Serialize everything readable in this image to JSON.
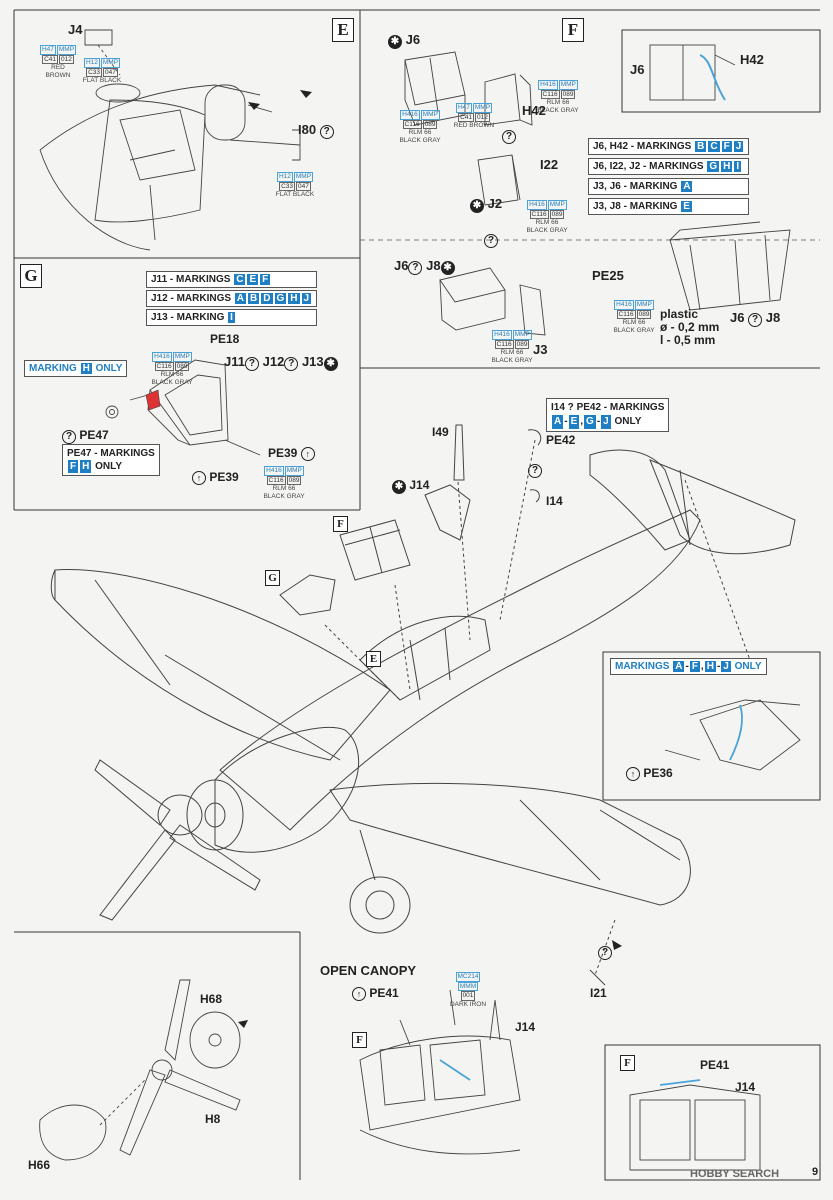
{
  "sections": {
    "E": "E",
    "F": "F",
    "G": "G"
  },
  "section_E": {
    "parts": {
      "j4": "J4",
      "i80": "I80"
    },
    "paint_red": {
      "c1": "H47",
      "c2": "MMP",
      "c3": "C41",
      "c4": "012",
      "name": "RED BROWN"
    },
    "paint_black1": {
      "c1": "H12",
      "c2": "MMP",
      "c3": "C33",
      "c4": "047",
      "name": "FLAT BLACK"
    },
    "paint_black2": {
      "c1": "H12",
      "c2": "MMP",
      "c3": "C33",
      "c4": "047",
      "name": "FLAT BLACK"
    }
  },
  "section_F": {
    "parts": {
      "j6": "J6",
      "h42": "H42",
      "i22": "I22",
      "j2": "J2",
      "j3": "J3",
      "j8": "J8",
      "pe25": "PE25"
    },
    "inset": {
      "j6": "J6",
      "h42": "H42"
    },
    "paint_gray1": {
      "c1": "H416",
      "c2": "MMP",
      "c3": "C116",
      "c4": "089",
      "name1": "RLM 66",
      "name2": "BLACK GRAY"
    },
    "paint_gray2": {
      "c1": "H416",
      "c2": "MMP",
      "c3": "C116",
      "c4": "089",
      "name1": "RLM 66",
      "name2": "BLACK GRAY"
    },
    "paint_gray3": {
      "c1": "H416",
      "c2": "MMP",
      "c3": "C116",
      "c4": "089",
      "name1": "RLM 66",
      "name2": "BLACK GRAY"
    },
    "paint_gray4": {
      "c1": "H416",
      "c2": "MMP",
      "c3": "C116",
      "c4": "089",
      "name1": "RLM 66",
      "name2": "BLACK GRAY"
    },
    "paint_gray5": {
      "c1": "H416",
      "c2": "MMP",
      "c3": "C116",
      "c4": "089",
      "name1": "RLM 66",
      "name2": "BLACK GRAY"
    },
    "paint_red": {
      "c1": "H47",
      "c2": "MMP",
      "c3": "C41",
      "c4": "012",
      "name": "RED BROWN"
    },
    "markings": [
      {
        "text": "J6, H42 - MARKINGS",
        "chips": [
          "B",
          "C",
          "F",
          "J"
        ]
      },
      {
        "text": "J6, I22, J2 - MARKINGS",
        "chips": [
          "G",
          "H",
          "I"
        ]
      },
      {
        "text": "J3, J6 - MARKING",
        "chips": [
          "A"
        ]
      },
      {
        "text": "J3, J8 - MARKING",
        "chips": [
          "E"
        ]
      }
    ],
    "plastic": {
      "line1": "plastic",
      "line2": "ø - 0,2 mm",
      "line3": "l - 0,5 mm"
    }
  },
  "section_G": {
    "markings": [
      {
        "text": "J11 - MARKINGS",
        "chips": [
          "C",
          "E",
          "F"
        ]
      },
      {
        "text": "J12 - MARKINGS",
        "chips": [
          "A",
          "B",
          "D",
          "G",
          "H",
          "J"
        ]
      },
      {
        "text": "J13 - MARKING",
        "chips": [
          "I"
        ]
      }
    ],
    "parts": {
      "pe18": "PE18",
      "j11": "J11",
      "j12": "J12",
      "j13": "J13",
      "pe47": "PE47",
      "pe39a": "PE39",
      "pe39b": "PE39"
    },
    "marking_h_only": {
      "pre": "MARKING",
      "chip": "H",
      "post": "ONLY"
    },
    "pe47_note": {
      "text": "PE47 - MARKINGS",
      "chips": [
        "F",
        "H"
      ],
      "post": "ONLY"
    },
    "paint_gray1": {
      "c1": "H416",
      "c2": "MMP",
      "c3": "C116",
      "c4": "089",
      "name1": "RLM 66",
      "name2": "BLACK GRAY"
    },
    "paint_gray2": {
      "c1": "H416",
      "c2": "MMP",
      "c3": "C116",
      "c4": "089",
      "name1": "RLM 66",
      "name2": "BLACK GRAY"
    }
  },
  "main": {
    "parts": {
      "i49": "I49",
      "j14": "J14",
      "pe42": "PE42",
      "i14": "I14",
      "i21": "I21"
    },
    "pe42_note": {
      "text": "I14 ? PE42 - MARKINGS",
      "chips": [
        "A",
        "E",
        "G",
        "J"
      ],
      "post": "ONLY"
    },
    "tail_note": {
      "text": "MARKINGS",
      "chips": [
        "A",
        "F",
        "H",
        "J"
      ],
      "post": "ONLY"
    },
    "pe36": "PE36"
  },
  "prop": {
    "h68": "H68",
    "h8": "H8",
    "h66": "H66"
  },
  "open_canopy": {
    "title": "OPEN CANOPY",
    "pe41": "PE41",
    "j14": "J14",
    "paint": {
      "c1": "MC214",
      "c2": "MMM",
      "c3": "001",
      "name": "DARK IRON"
    },
    "inset": {
      "pe41": "PE41",
      "j14": "J14"
    }
  },
  "footer": {
    "watermark": "HOBBY SEARCH",
    "page": "9"
  }
}
